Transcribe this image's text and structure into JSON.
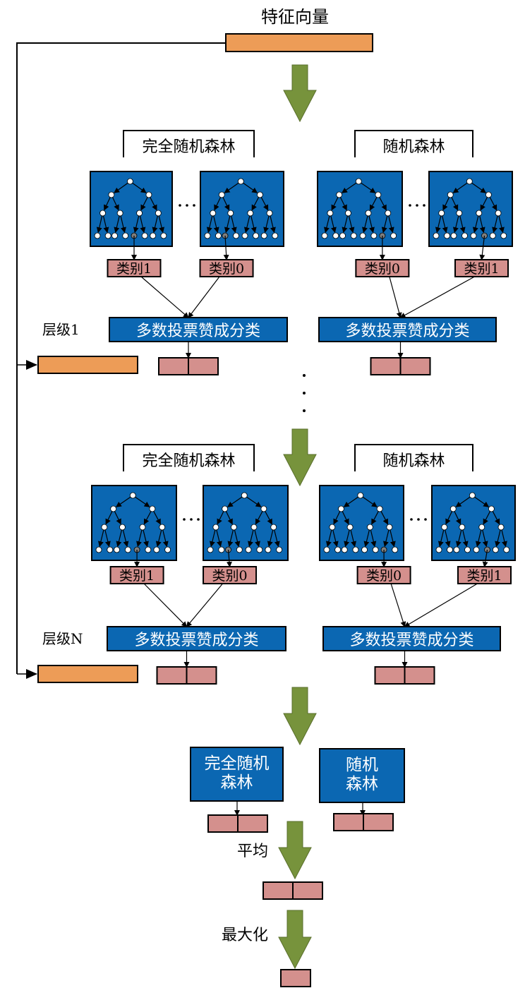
{
  "title": "特征向量",
  "colors": {
    "feature_vector": "#ED9C57",
    "forest_box": "#0B67B2",
    "class_box": "#D4908D",
    "arrow_green": "#77933C",
    "node_white": "#ffffff",
    "node_selected": "#7f7f7f",
    "stroke": "#000000"
  },
  "forest_types": {
    "completely_random": "完全随机森林",
    "random": "随机森林"
  },
  "levels": [
    {
      "label": "层级1",
      "left_group": {
        "type_label": "完全随机森林",
        "tree_classes": [
          "类别1",
          "类别0"
        ],
        "vote_label": "多数投票赞成分类"
      },
      "right_group": {
        "type_label": "随机森林",
        "tree_classes": [
          "类别0",
          "类别1"
        ],
        "vote_label": "多数投票赞成分类"
      }
    },
    {
      "label": "层级N",
      "left_group": {
        "type_label": "完全随机森林",
        "tree_classes": [
          "类别1",
          "类别0"
        ],
        "vote_label": "多数投票赞成分类"
      },
      "right_group": {
        "type_label": "随机森林",
        "tree_classes": [
          "类别0",
          "类别1"
        ],
        "vote_label": "多数投票赞成分类"
      }
    }
  ],
  "ellipsis": "…",
  "final": {
    "left_forest": [
      "完全随机",
      "森林"
    ],
    "right_forest": [
      "随机",
      "森林"
    ],
    "average_label": "平均",
    "maximize_label": "最大化"
  }
}
